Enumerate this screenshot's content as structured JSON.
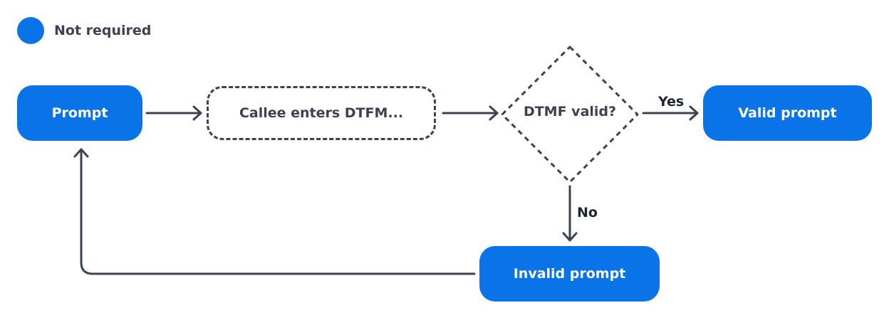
{
  "legend": {
    "label": "Not required",
    "color": "#0a73e8"
  },
  "colors": {
    "node_fill": "#0a73e8",
    "line": "#3b4252"
  },
  "nodes": {
    "prompt": "Prompt",
    "callee": "Callee enters DTFM...",
    "decision": "DTMF valid?",
    "valid": "Valid prompt",
    "invalid": "Invalid prompt"
  },
  "edges": {
    "yes": "Yes",
    "no": "No"
  }
}
